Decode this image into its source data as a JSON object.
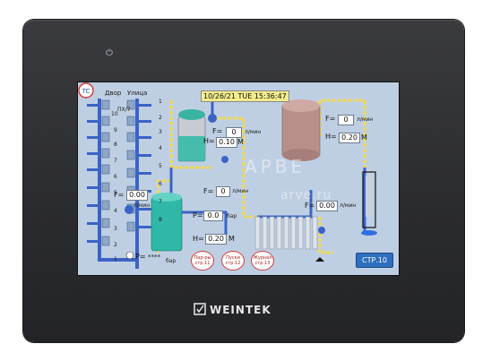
{
  "device": {
    "brand": "WEINTEK",
    "power_icon": "power-icon"
  },
  "screen": {
    "datetime": "10/26/21 TUE 15:36:47",
    "header_left": "Двор",
    "header_right": "Улица",
    "col_left_label": "ПХ/7",
    "row_numbers_right": [
      "1",
      "2",
      "3",
      "4",
      "5",
      "6",
      "7",
      "8"
    ],
    "row_numbers_left": [
      "10",
      "9",
      "8",
      "7",
      "6",
      "5",
      "4",
      "3",
      "2",
      "1"
    ],
    "p_small_label": "P=",
    "p_small_value": "****",
    "p_small_unit": "бар",
    "tank1": {
      "f_label": "F=",
      "f_value": "0",
      "f_unit": "л/мин",
      "h_label": "H=",
      "h_value": "0.10",
      "h_unit": "М"
    },
    "tank2": {
      "f_label": "F=",
      "f_value": "0",
      "f_unit": "л/мин",
      "h_label": "H=",
      "h_value": "0.20",
      "h_unit": "М"
    },
    "tank3": {
      "f_label": "F=",
      "f_value": "0",
      "f_unit": "л/мин",
      "p_label": "P=",
      "p_value": "0.0",
      "p_unit": "бар",
      "h_label": "H=",
      "h_value": "0.20",
      "h_unit": "М"
    },
    "left_flow": {
      "f_label": "F=",
      "f_value": "0.00",
      "f_unit": "л/мин"
    },
    "mid_flow": {
      "f_label": "F=",
      "f_value": "0.00",
      "f_unit": "л/мин"
    },
    "bar_label": "бар",
    "buttons": [
      {
        "line1": "Пар-ры",
        "line2": "стр.11"
      },
      {
        "line1": "Пуски",
        "line2": "стр.12"
      },
      {
        "line1": "Журнал",
        "line2": "стр.13"
      }
    ],
    "page_button": "СТР.10",
    "watermark_1": "АРВЕ",
    "watermark_2": "arve.ru"
  },
  "colors": {
    "screen_bg": "#bfcfe3",
    "pipe_blue": "#3b63c6",
    "pipe_yellow": "#f2d94a",
    "tank_brown": "#b98f8a",
    "tank_teal": "#2fb8a7"
  }
}
